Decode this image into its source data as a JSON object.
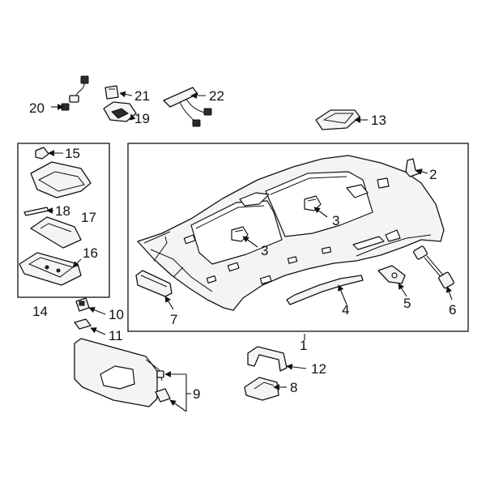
{
  "callouts": {
    "c1": "1",
    "c2": "2",
    "c3a": "3",
    "c3b": "3",
    "c4": "4",
    "c5": "5",
    "c6": "6",
    "c7": "7",
    "c8": "8",
    "c9": "9",
    "c10": "10",
    "c11": "11",
    "c12": "12",
    "c13": "13",
    "c14": "14",
    "c15": "15",
    "c16": "16",
    "c17": "17",
    "c18": "18",
    "c19": "19",
    "c20": "20",
    "c21": "21",
    "c22": "22"
  },
  "colors": {
    "line": "#111111",
    "fill": "#f4f4f4",
    "background": "#ffffff"
  }
}
